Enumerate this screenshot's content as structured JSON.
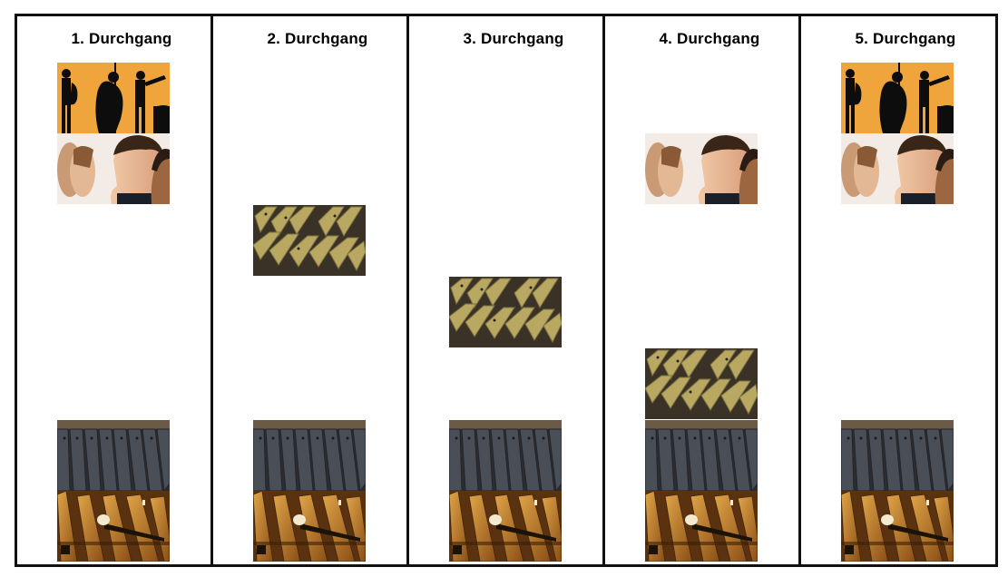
{
  "columns": [
    {
      "title": "1. Durchgang",
      "images": [
        "jazz-band-photo",
        "singing-children-photo",
        "metallophone-photo",
        "xylophone-photo"
      ]
    },
    {
      "title": "2. Durchgang",
      "images": [
        "glockenspiel-photo",
        "metallophone-photo",
        "xylophone-photo"
      ]
    },
    {
      "title": "3. Durchgang",
      "images": [
        "glockenspiel-photo",
        "metallophone-photo",
        "xylophone-photo"
      ]
    },
    {
      "title": "4. Durchgang",
      "images": [
        "singing-children-photo",
        "glockenspiel-photo",
        "metallophone-photo",
        "xylophone-photo"
      ]
    },
    {
      "title": "5. Durchgang",
      "images": [
        "jazz-band-photo",
        "singing-children-photo",
        "metallophone-photo",
        "xylophone-photo"
      ]
    }
  ],
  "colors": {
    "border": "#111111",
    "jazz_background": "#f0a53c",
    "glockenspiel": "#b8a862",
    "metallophone": "#4a4e56",
    "xylophone": "#c8852a"
  }
}
